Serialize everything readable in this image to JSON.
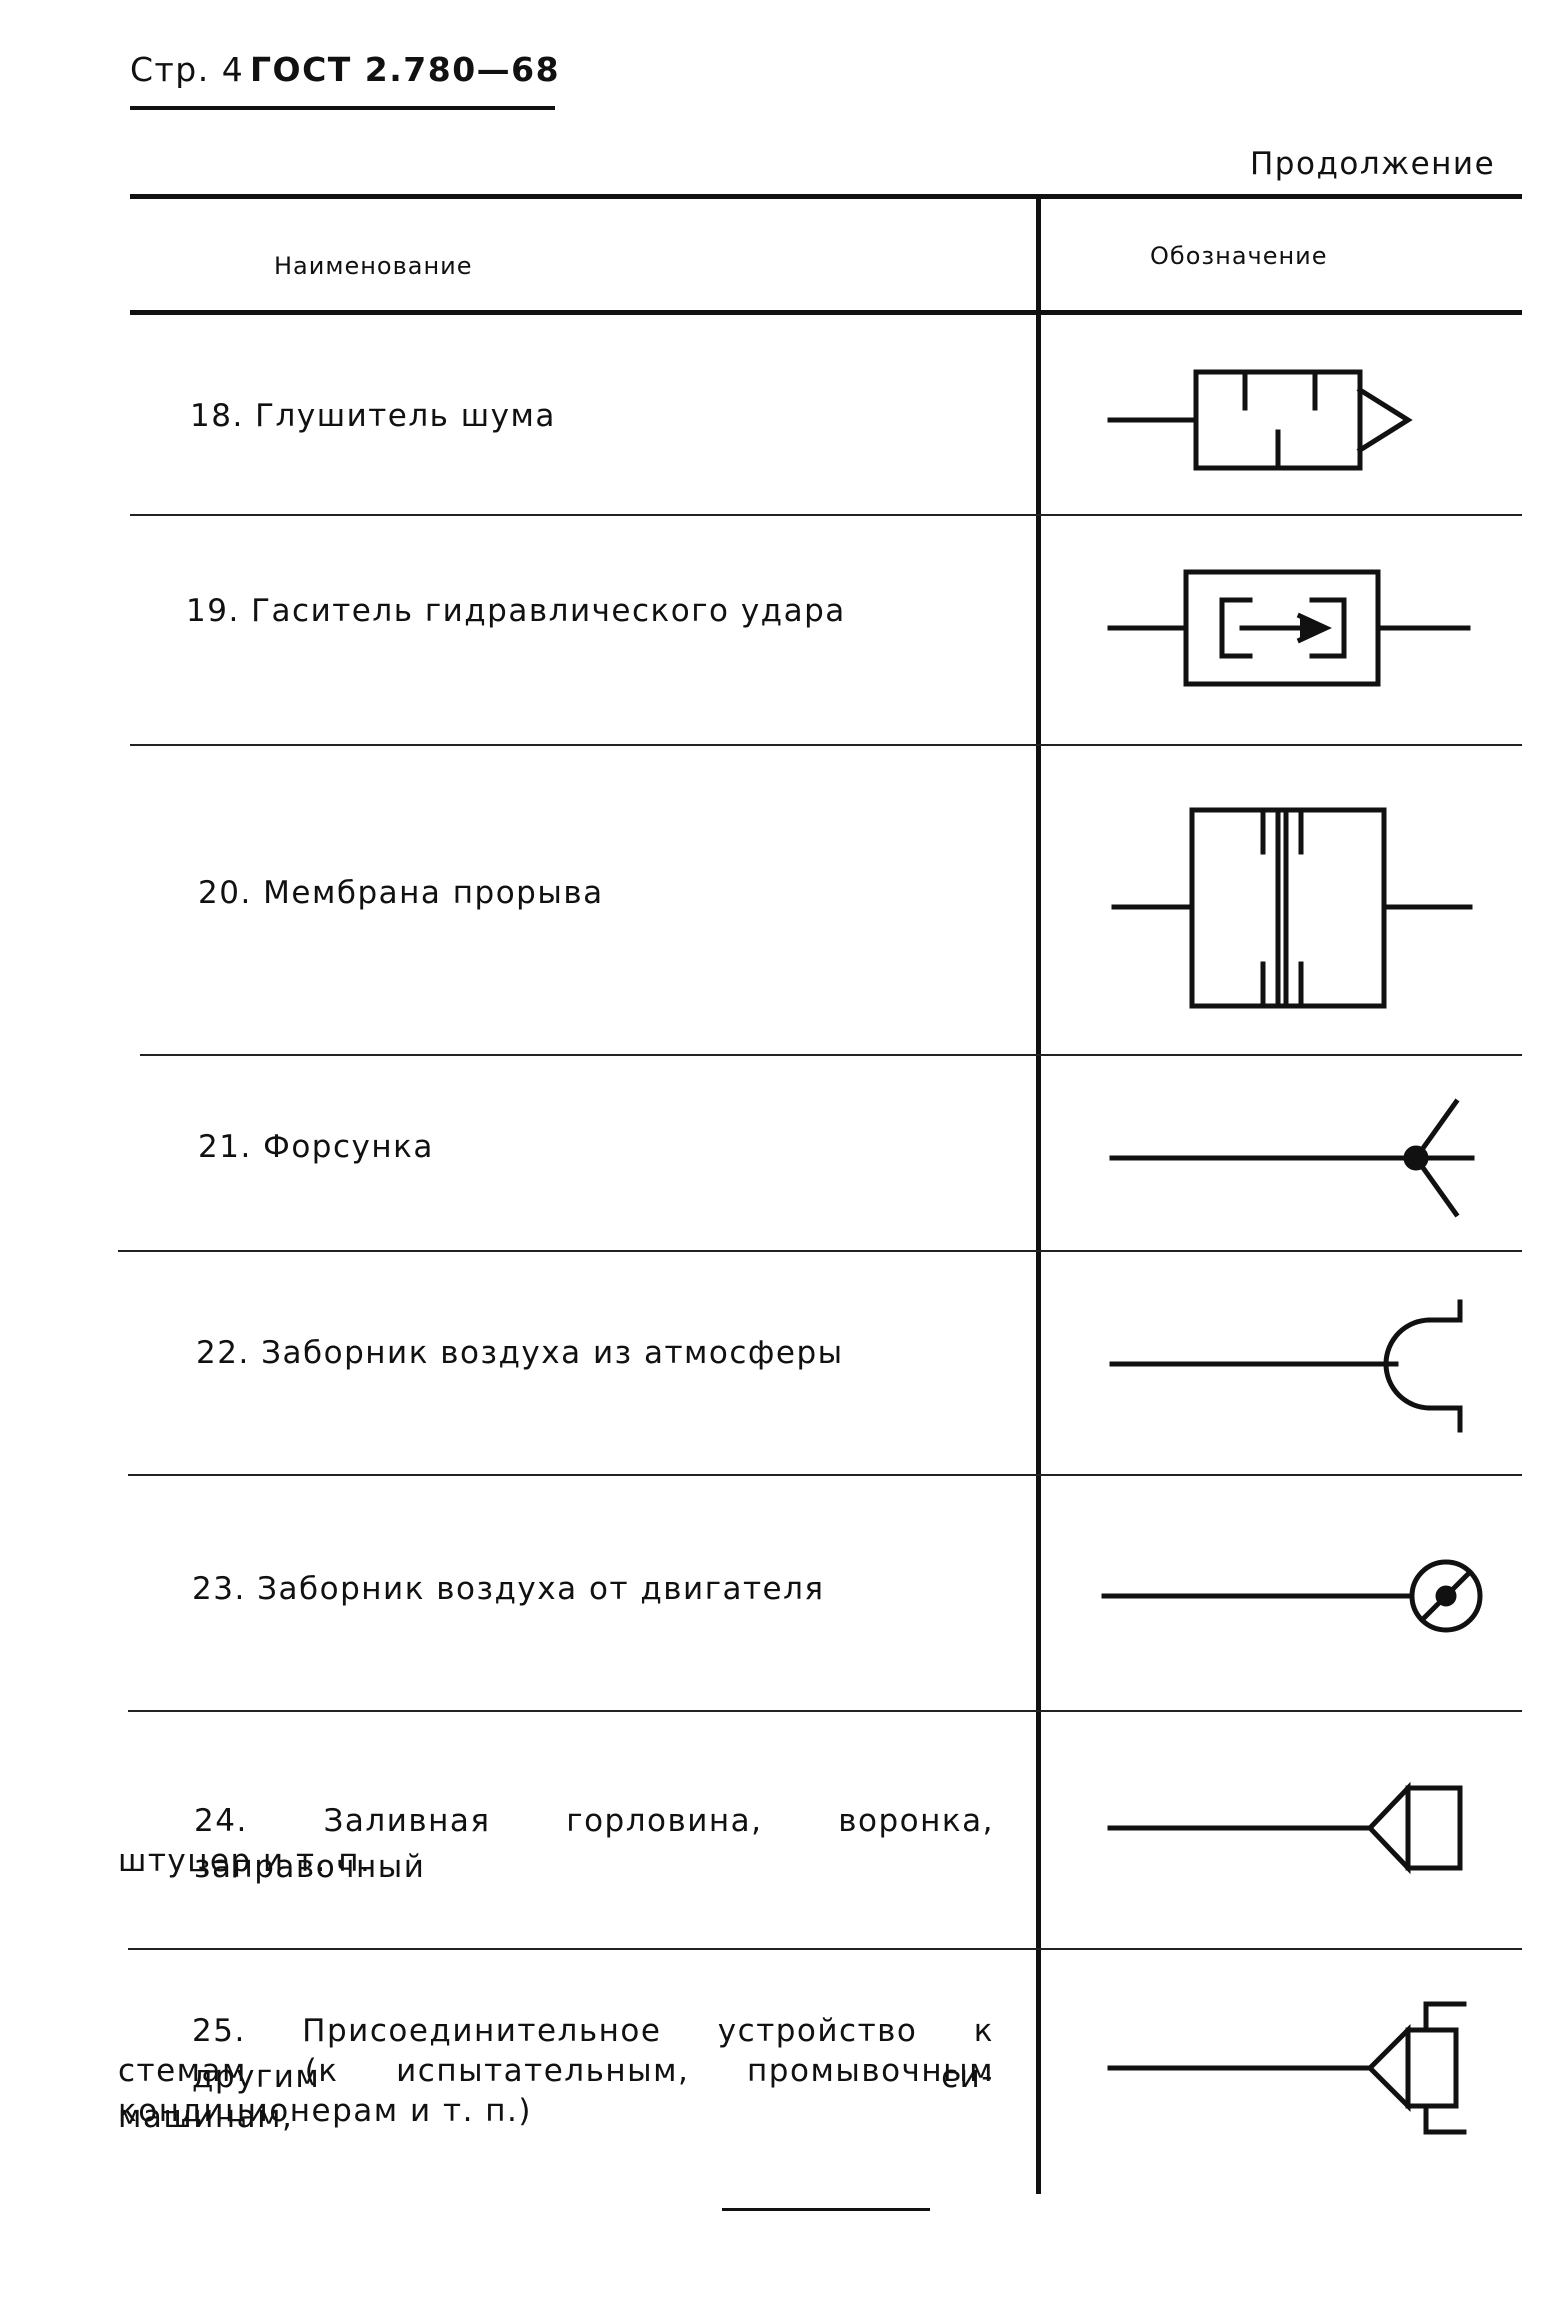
{
  "header": {
    "page_label": "Стр. 4",
    "standard": "ГОСТ 2.780—68",
    "continuation": "Продолжение"
  },
  "table": {
    "col_name": "Наименование",
    "col_symbol": "Обозначение",
    "rows": [
      {
        "label": "18. Глушитель шума",
        "symbol": "muffler-symbol"
      },
      {
        "label": "19. Гаситель гидравлического удара",
        "symbol": "water-hammer-damper-symbol"
      },
      {
        "label": "20. Мембрана прорыва",
        "symbol": "burst-membrane-symbol"
      },
      {
        "label": "21. Форсунка",
        "symbol": "nozzle-symbol"
      },
      {
        "label": "22. Заборник воздуха из атмосферы",
        "symbol": "air-intake-atmosphere-symbol"
      },
      {
        "label": "23. Заборник воздуха от двигателя",
        "symbol": "air-intake-engine-symbol"
      },
      {
        "label_line1": "24. Заливная горловина, воронка, заправочный",
        "label_line2": "штуцер и т. п.",
        "symbol": "filler-neck-symbol"
      },
      {
        "label_line1": "25. Присоединительное устройство к другим си-",
        "label_line2": "стемам (к испытательным, промывочным машинам,",
        "label_line3": "кондиционерам и т. п.)",
        "symbol": "connector-device-symbol"
      }
    ]
  }
}
